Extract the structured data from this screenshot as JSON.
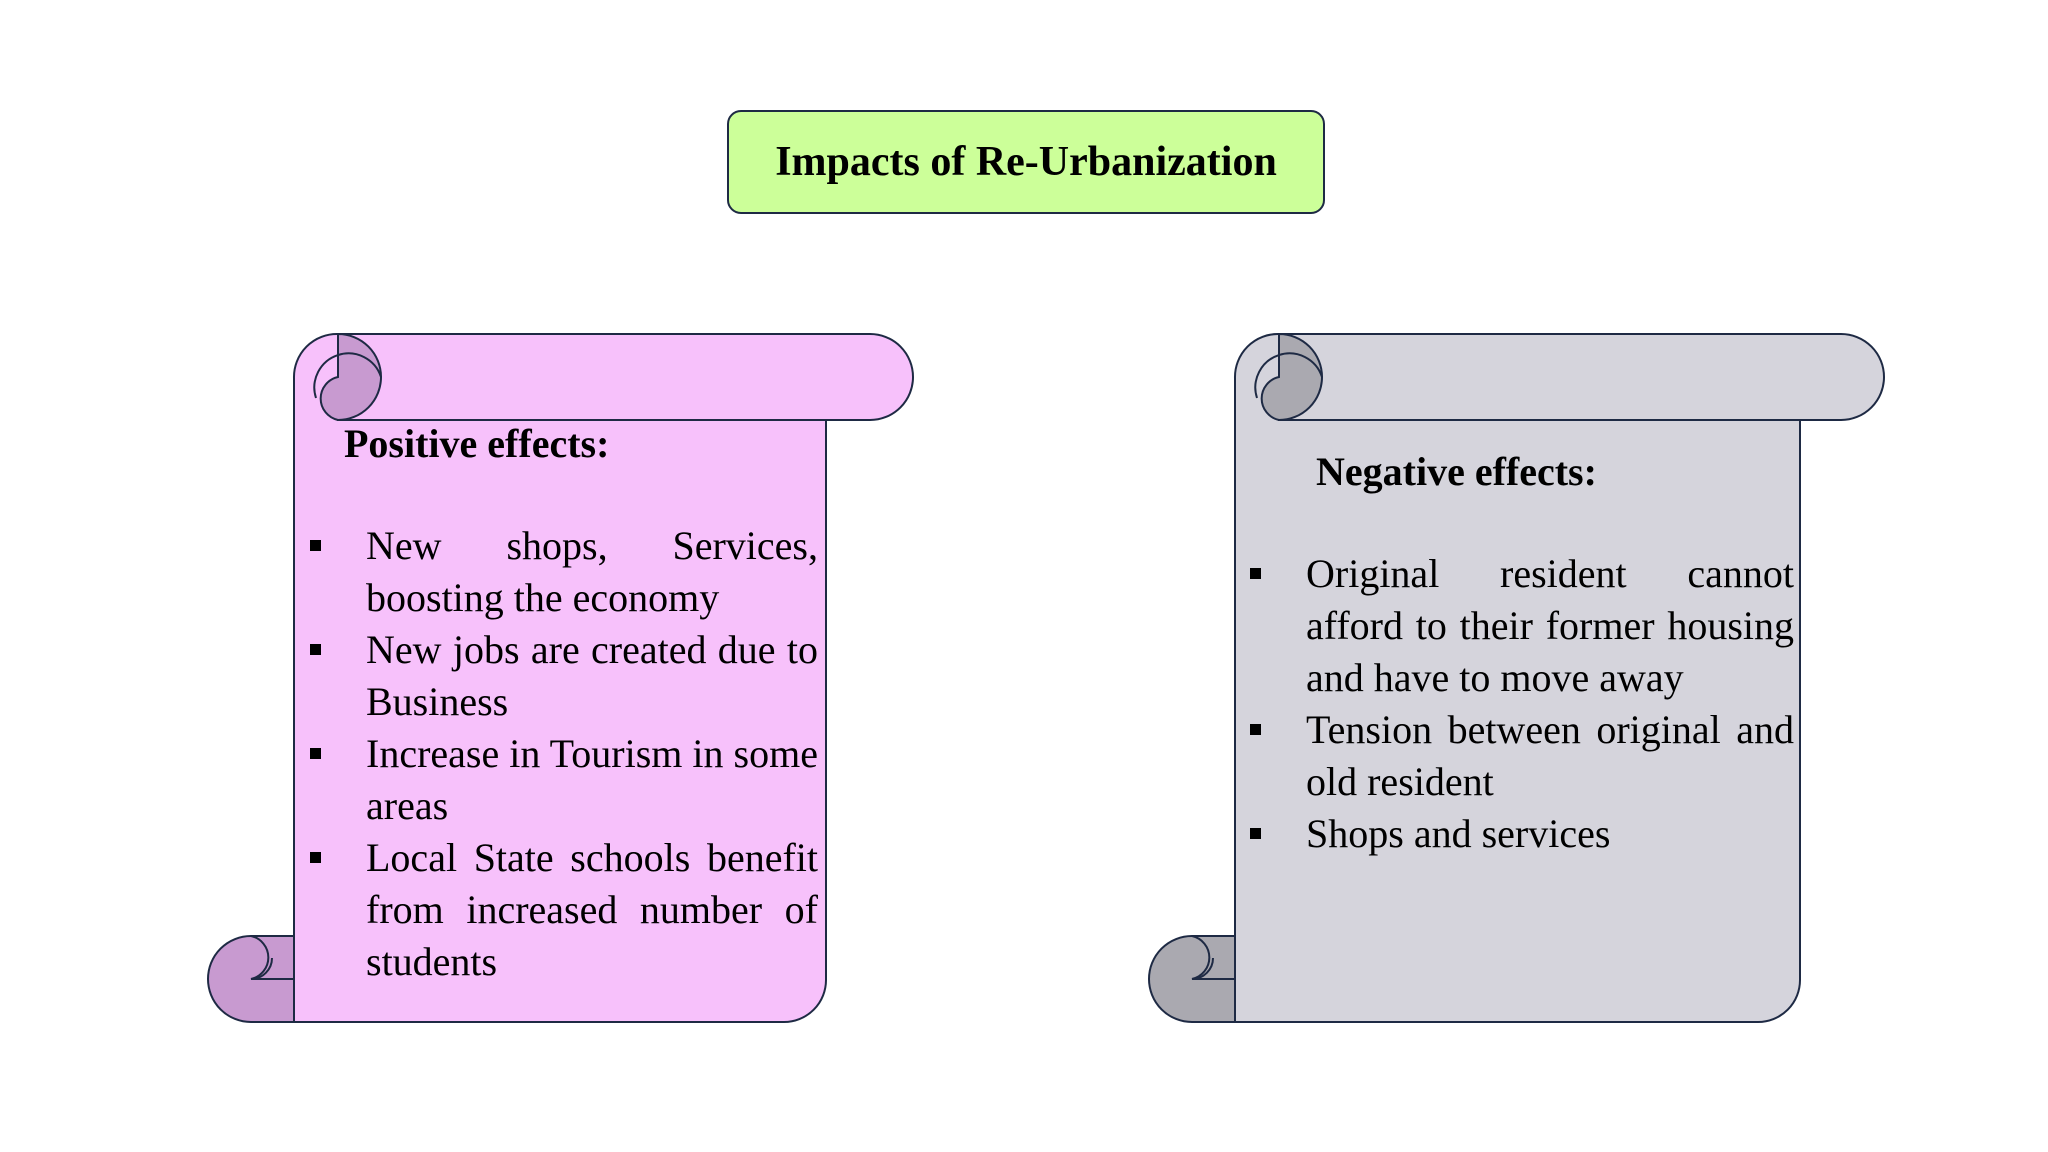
{
  "title": "Impacts of Re-Urbanization",
  "colors": {
    "title_fill": "#ccff99",
    "positive_fill": "#f7c1fb",
    "positive_curl": "#c89ad0",
    "negative_fill": "#d5d4dc",
    "negative_curl": "#aaa9b0",
    "outline": "#1e2a44"
  },
  "positive": {
    "heading": "Positive effects:",
    "items": [
      "New shops, Services, boosting the economy",
      "New jobs are created due to Business",
      "Increase in Tourism in some areas",
      "Local State schools benefit from increased number of students"
    ]
  },
  "negative": {
    "heading": "Negative effects:",
    "items": [
      "Original resident cannot afford to their former housing and have to move away",
      "Tension between original and old resident",
      "Shops and services"
    ]
  }
}
